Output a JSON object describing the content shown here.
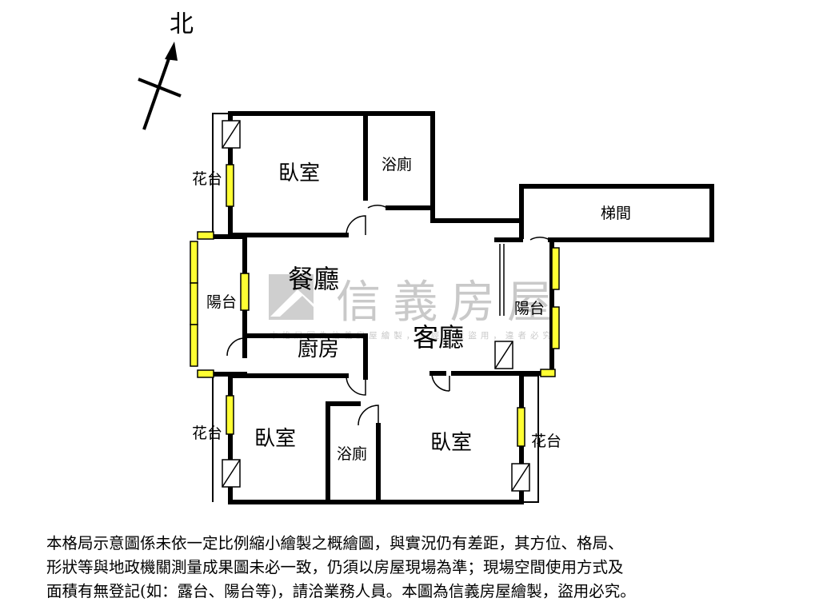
{
  "compass": {
    "north_label": "北"
  },
  "rooms": {
    "bedroom_top": "臥室",
    "bath_top": "浴廁",
    "stair": "梯間",
    "flower_top": "花台",
    "dining": "餐廳",
    "balcony_left": "陽台",
    "kitchen": "廚房",
    "living": "客廳",
    "balcony_right": "陽台",
    "flower_bottom_left": "花台",
    "bedroom_bottom_left": "臥室",
    "bath_bottom": "浴廁",
    "bedroom_bottom_right": "臥室",
    "flower_bottom_right": "花台"
  },
  "watermark": {
    "brand": "信義房屋",
    "notice": "本格局圖為信義房屋繪製，未經同意盜用，違者必究"
  },
  "disclaimer": {
    "line1": "本格局示意圖係未依一定比例縮小繪製之概繪圖，與實況仍有差距，其方位、格局、",
    "line2": "形狀等與地政機關測量成果圖未必一致，仍須以房屋現場為準；現場空間使用方式及",
    "line3": "面積有無登記(如：露台、陽台等)，請洽業務人員。本圖為信義房屋繪製，盜用必究。"
  },
  "colors": {
    "wall": "#000000",
    "window": "#ffff33",
    "watermark": "#c9c9c9"
  }
}
